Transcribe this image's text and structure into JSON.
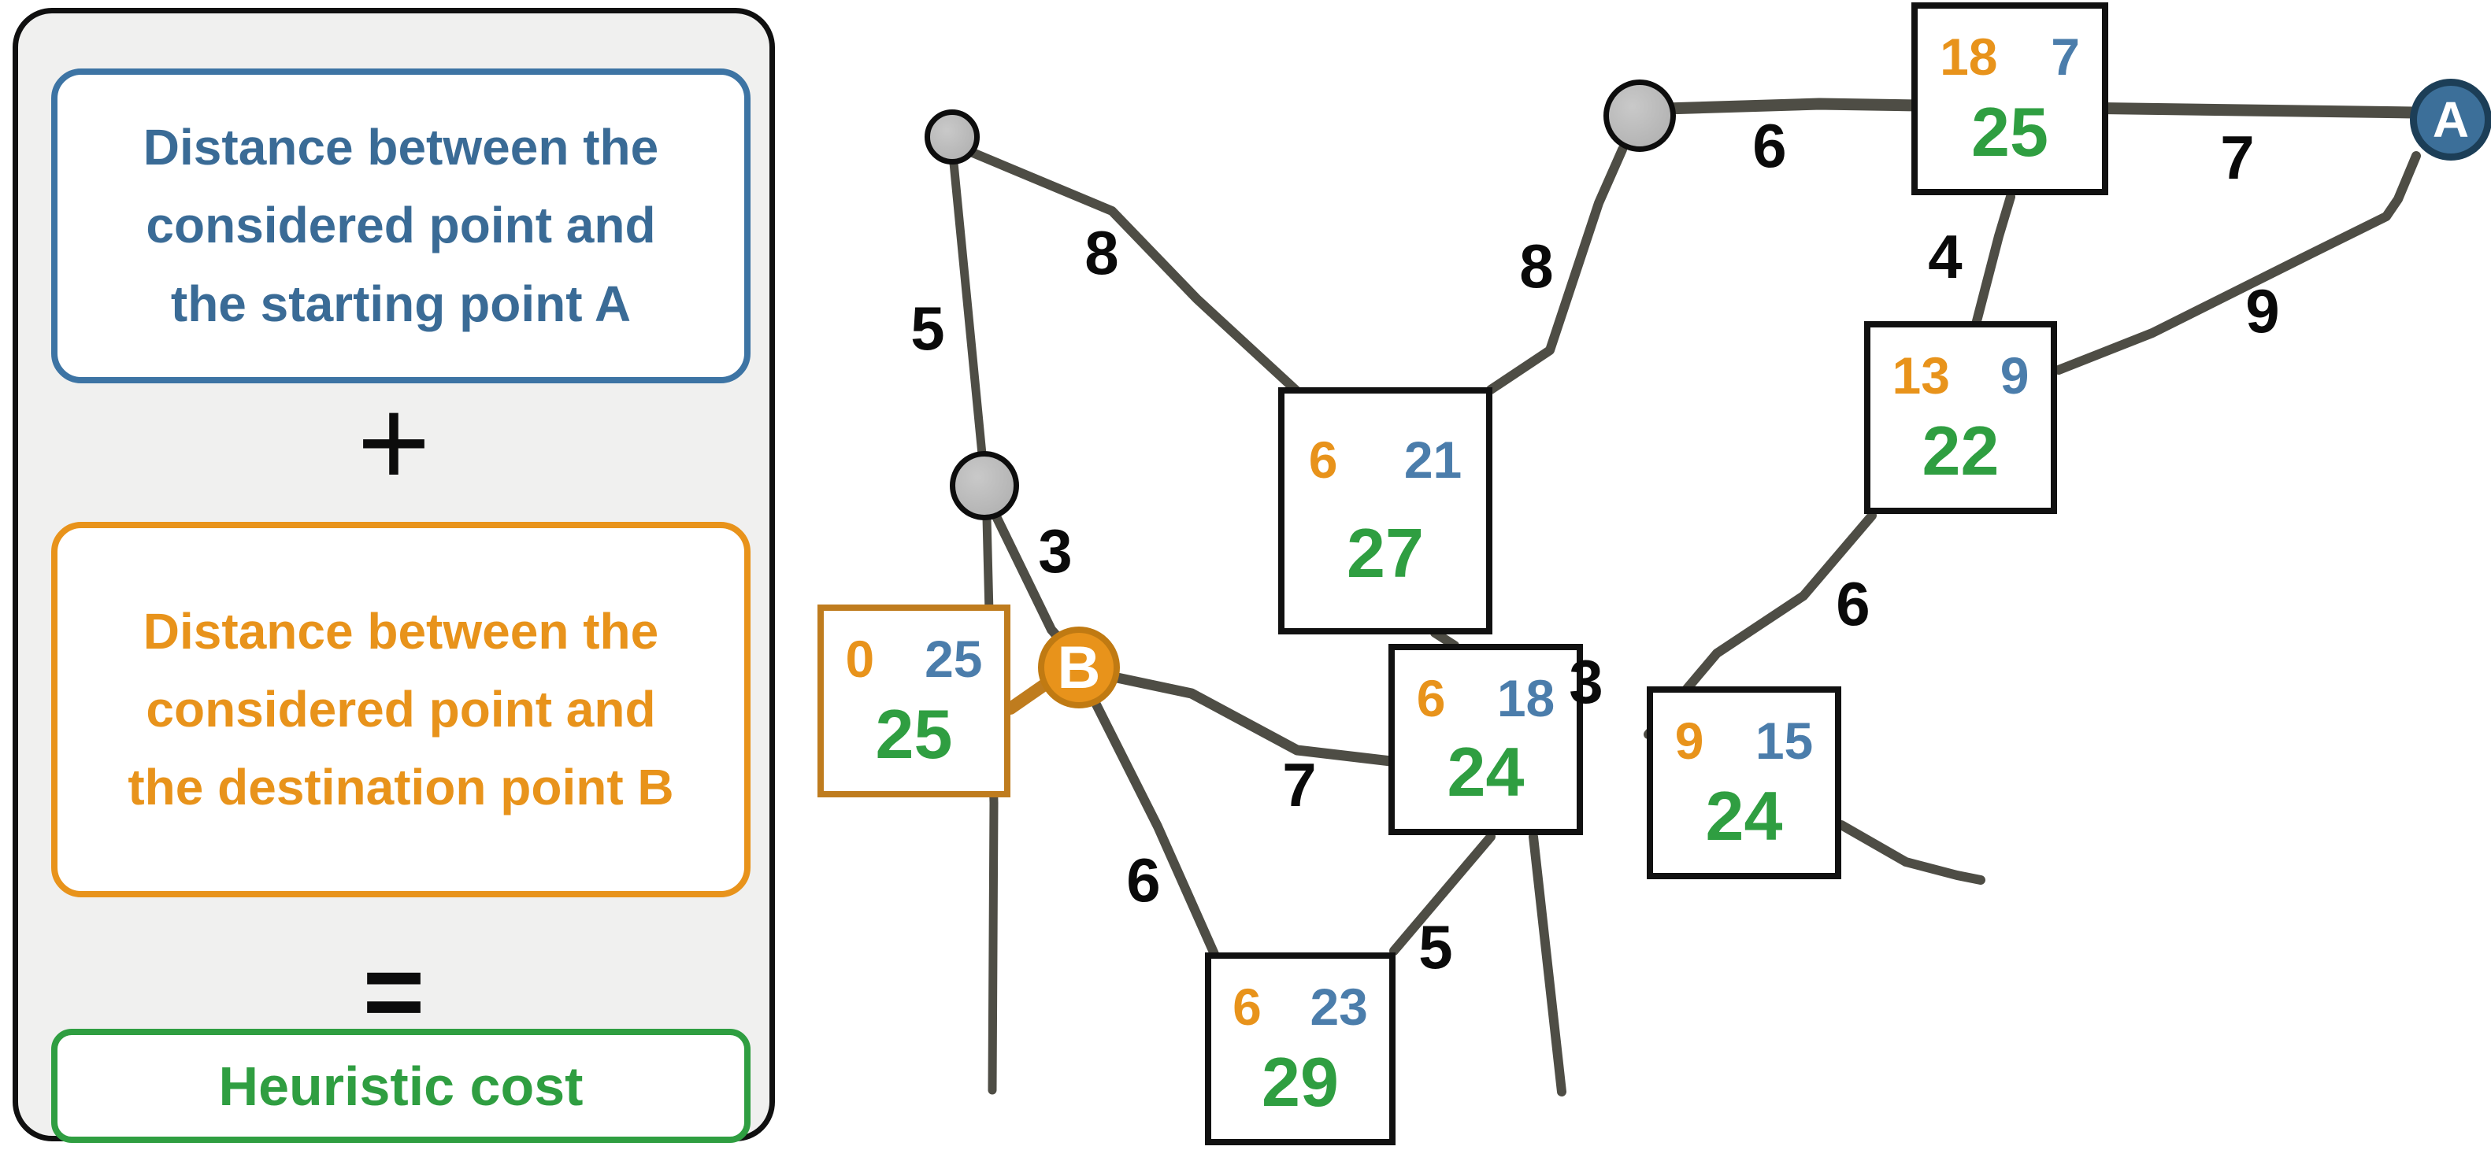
{
  "legend": {
    "distance_a_text": "Distance between the considered point and the starting point A",
    "plus_sign": "+",
    "distance_b_text": "Distance between the considered point and the destination point B",
    "equals_sign": "=",
    "heuristic_text": "Heuristic cost"
  },
  "map": {
    "nodes": {
      "start": {
        "label": "A"
      },
      "destination": {
        "label": "B"
      }
    },
    "waypoint_boxes": [
      {
        "id": "top-right",
        "dist_b": "18",
        "dist_a": "7",
        "heuristic": "25"
      },
      {
        "id": "right",
        "dist_b": "13",
        "dist_a": "9",
        "heuristic": "22"
      },
      {
        "id": "upper-middle",
        "dist_b": "6",
        "dist_a": "21",
        "heuristic": "27"
      },
      {
        "id": "destination-b",
        "dist_b": "0",
        "dist_a": "25",
        "heuristic": "25"
      },
      {
        "id": "center",
        "dist_b": "6",
        "dist_a": "18",
        "heuristic": "24"
      },
      {
        "id": "center-right",
        "dist_b": "9",
        "dist_a": "15",
        "heuristic": "24"
      },
      {
        "id": "bottom",
        "dist_b": "6",
        "dist_a": "23",
        "heuristic": "29"
      }
    ],
    "edge_labels": [
      "6",
      "7",
      "4",
      "9",
      "8",
      "8",
      "5",
      "3",
      "6",
      "3",
      "7",
      "6",
      "5"
    ]
  },
  "colors": {
    "start_blue": "#3d6f9c",
    "destination_orange": "#e8931b",
    "heuristic_green": "#2f9e41",
    "road_gray": "#4e4d45",
    "node_gray": "#b9b9b9"
  }
}
